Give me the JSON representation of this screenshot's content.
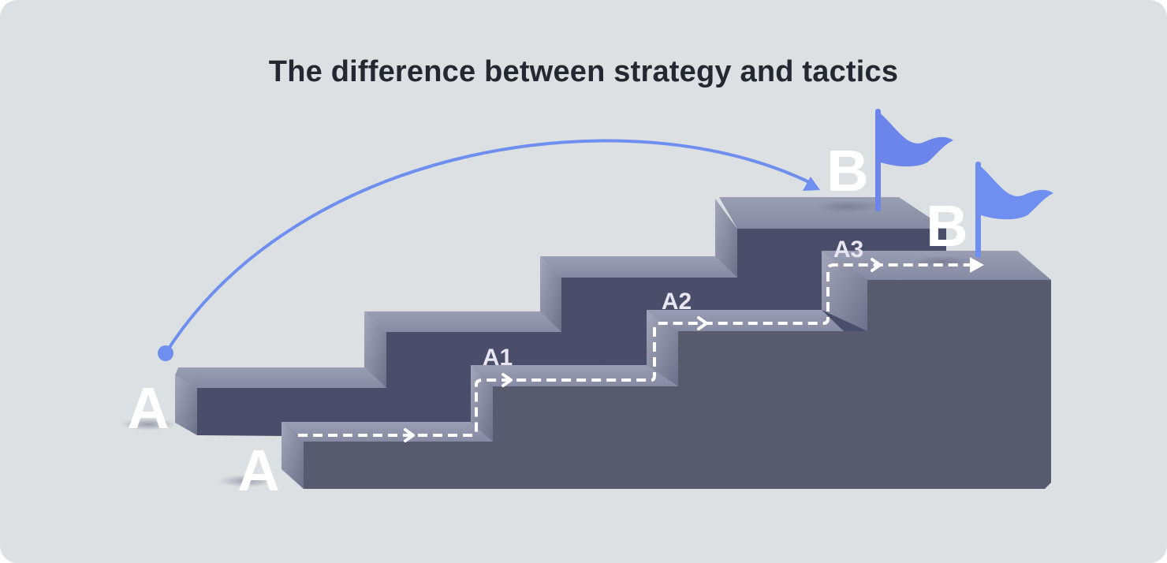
{
  "title": "The difference between strategy and tactics",
  "strategy": {
    "start_label": "A",
    "end_label": "B"
  },
  "tactics": {
    "start_label": "A",
    "steps": [
      "A1",
      "A2",
      "A3"
    ],
    "end_label": "B"
  },
  "colors": {
    "accent": "#6f8ff0",
    "flag": "#6b85ea",
    "background": "#dde0e3",
    "title": "#23292f"
  }
}
